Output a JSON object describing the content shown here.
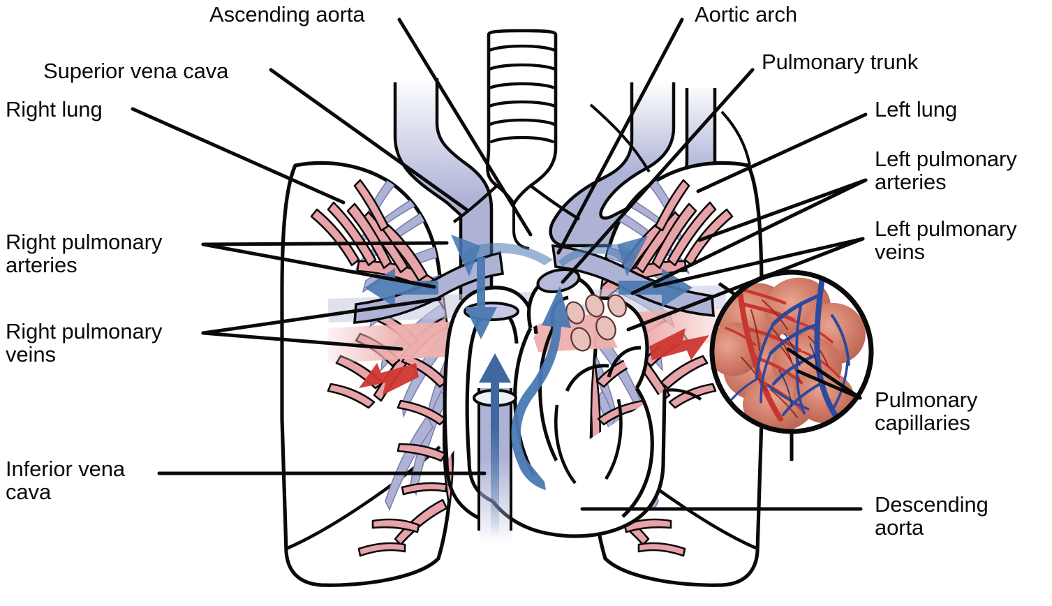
{
  "figure": {
    "title": "Pulmonary circulation: heart, lungs and pulmonary vessels",
    "type": "anatomical-diagram"
  },
  "colors": {
    "outline": "#0a0a0a",
    "vein_blue": "#aeb3d6",
    "vein_blue_dark": "#9298c4",
    "artery_pink": "#e8a3a8",
    "artery_pink_dark": "#d98f95",
    "flow_arrow_blue": "#4a79b2",
    "flow_arrow_blue_dark": "#3f68a0",
    "flow_arrow_red": "#cf3730",
    "band_pink": "#eeb0ae",
    "band_blue": "#c4c8e2",
    "capillary_red": "#c8372f",
    "capillary_blue": "#2c49a0",
    "tissue": "#cf7a66",
    "background": "#ffffff"
  },
  "labels": {
    "ascending_aorta": "Ascending aorta",
    "aortic_arch": "Aortic arch",
    "superior_vena_cava": "Superior vena cava",
    "pulmonary_trunk": "Pulmonary trunk",
    "right_lung": "Right lung",
    "left_lung": "Left lung",
    "left_pulmonary_arteries": "Left pulmonary\narteries",
    "right_pulmonary_arteries": "Right pulmonary\narteries",
    "left_pulmonary_veins": "Left pulmonary\nveins",
    "right_pulmonary_veins": "Right pulmonary\nveins",
    "pulmonary_capillaries": "Pulmonary\ncapillaries",
    "inferior_vena_cava": "Inferior vena\ncava",
    "descending_aorta": "Descending\naorta"
  },
  "icons": {
    "trachea": "trachea-icon",
    "heart": "heart-icon",
    "lung_left": "lung-icon",
    "lung_right": "lung-icon",
    "capillary_inset": "capillary-bed-icon",
    "flow_arrow_up": "arrow-up-icon",
    "flow_arrow_down": "arrow-down-icon",
    "flow_arrow_right": "arrow-right-icon",
    "flow_arrow_left": "arrow-left-icon"
  }
}
